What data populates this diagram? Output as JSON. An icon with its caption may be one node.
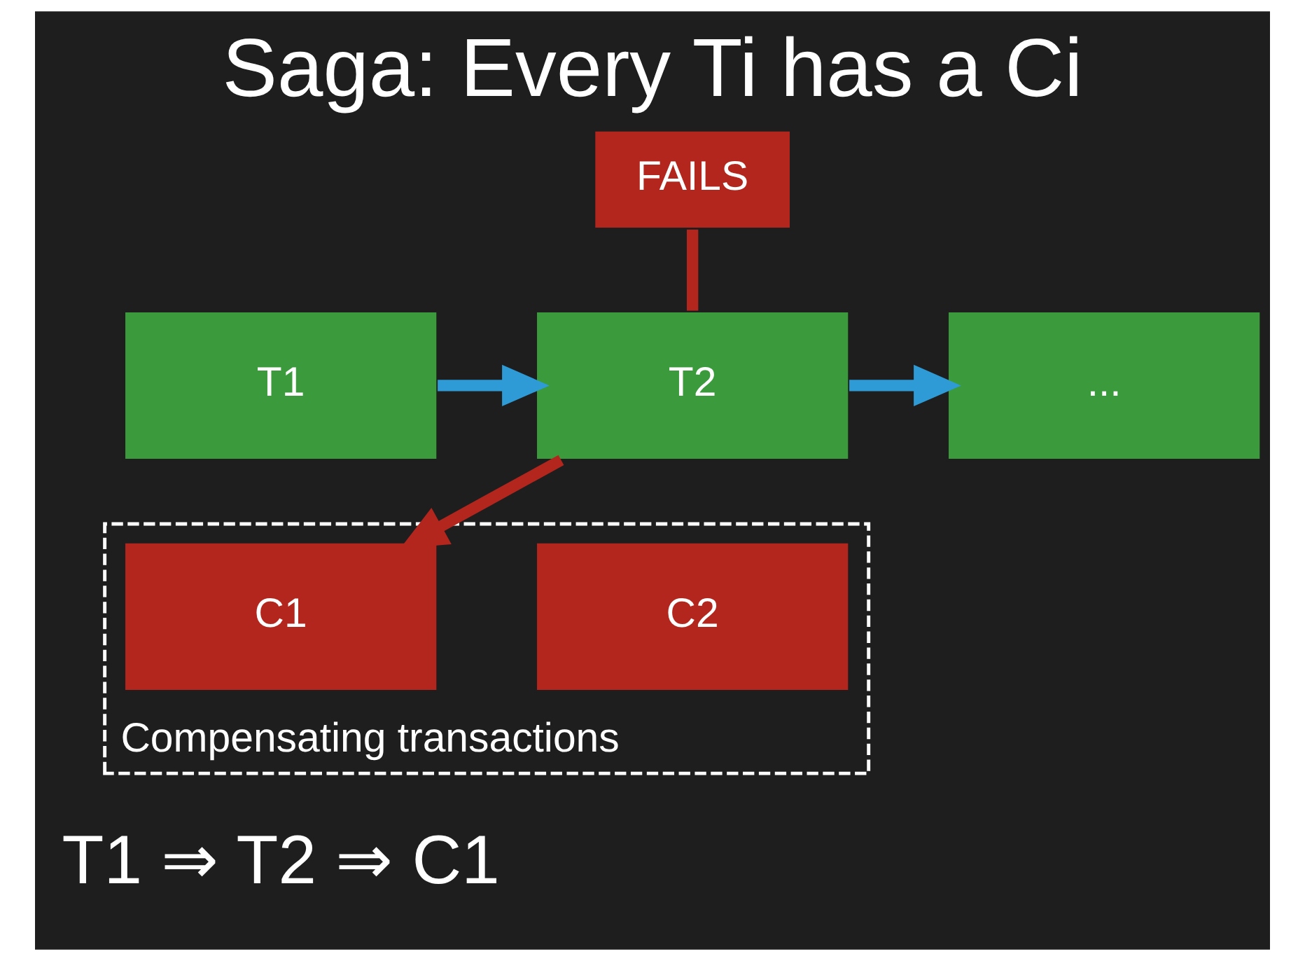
{
  "diagram": {
    "title": "Saga: Every Ti has a Ci",
    "nodes": [
      {
        "text": [
          "FAILS"
        ]
      },
      {
        "text": [
          "T1"
        ]
      },
      {
        "text": [
          "T2"
        ]
      },
      {
        "text": [
          "..."
        ]
      },
      {
        "text": [
          "Compensating transactions"
        ]
      },
      {
        "text": [
          "C1"
        ],
        "in": 4
      },
      {
        "text": [
          "C2"
        ],
        "in": 4
      }
    ],
    "edges": [
      {
        "from": 0,
        "to": 2,
        "arrow": "none",
        "color": "#b3261e"
      },
      {
        "from": 1,
        "to": 2,
        "arrow": "to",
        "color": "#2e9bd6"
      },
      {
        "from": 2,
        "to": 3,
        "arrow": "to",
        "color": "#2e9bd6"
      },
      {
        "from": 2,
        "to": 5,
        "arrow": "to",
        "color": "#b3261e"
      }
    ],
    "labels": [
      "T1 ⇒ T2 ⇒ C1"
    ]
  }
}
